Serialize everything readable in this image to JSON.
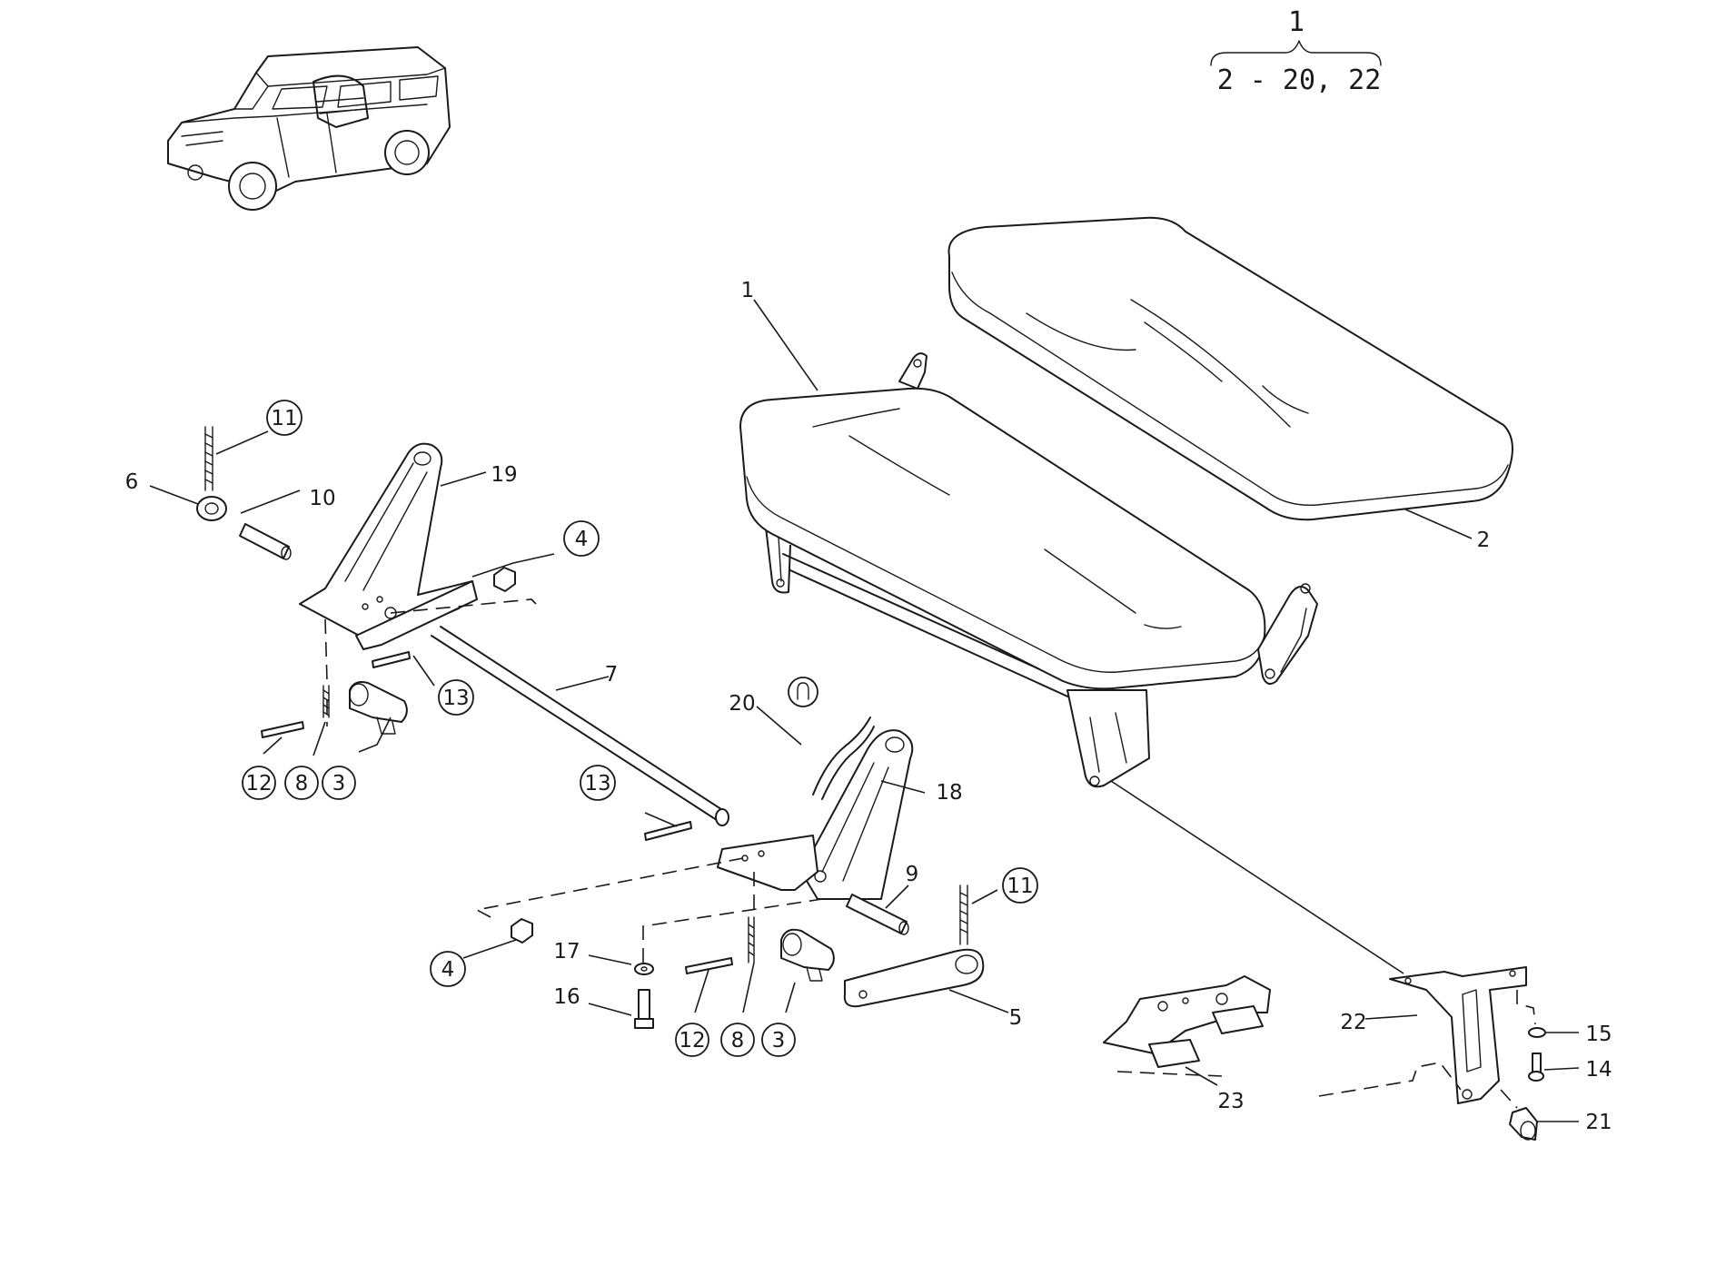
{
  "header": {
    "top": "1",
    "range": "2 - 20, 22"
  },
  "labels": {
    "l1": "1",
    "l2": "2",
    "l3a": "3",
    "l3b": "3",
    "l4a": "4",
    "l4b": "4",
    "l5": "5",
    "l6": "6",
    "l7": "7",
    "l8a": "8",
    "l8b": "8",
    "l9": "9",
    "l10": "10",
    "l11a": "11",
    "l11b": "11",
    "l12a": "12",
    "l12b": "12",
    "l13a": "13",
    "l13b": "13",
    "l14": "14",
    "l15": "15",
    "l16": "16",
    "l17": "17",
    "l18": "18",
    "l19": "19",
    "l20": "20",
    "l21": "21",
    "l22": "22",
    "l23": "23"
  }
}
